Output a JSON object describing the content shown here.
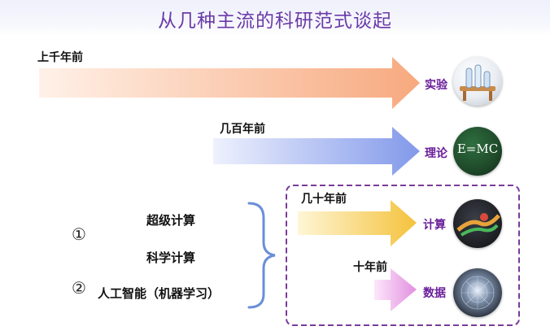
{
  "title": "从几种主流的科研范式谈起",
  "rows": [
    {
      "era": "上千年前",
      "paradigm": "实验"
    },
    {
      "era": "几百年前",
      "paradigm": "理论"
    },
    {
      "era": "几十年前",
      "paradigm": "计算"
    },
    {
      "era": "十年前",
      "paradigm": "数据"
    }
  ],
  "left_items": [
    "超级计算",
    "科学计算",
    "人工智能（机器学习）"
  ],
  "markers": [
    "①",
    "②"
  ],
  "theory_board_text": "E=MC",
  "colors": {
    "title": "#6a3aa8",
    "paradigm_label": "#6a1f9a",
    "dashed_box": "#7a3b9a",
    "brace": "#6a8fd8",
    "arrow_experiment": "#f7b08a",
    "arrow_theory": "#8fa3ee",
    "arrow_compute": "#f6c84a",
    "arrow_data": "#e79be6"
  },
  "icons": [
    "lab-equipment-icon",
    "chalkboard-icon",
    "simulation-icon",
    "data-sphere-icon"
  ]
}
